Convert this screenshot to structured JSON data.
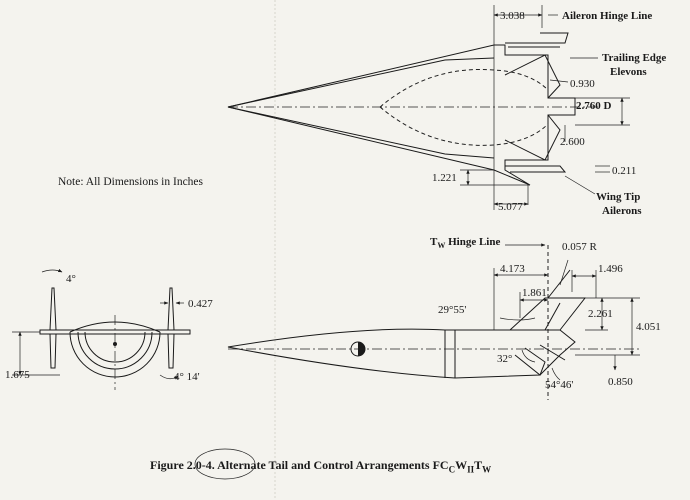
{
  "note": "Note:  All Dimensions in Inches",
  "caption": {
    "prefix": "Figure",
    "number": "2.0-4.",
    "text": "Alternate Tail and Control Arrangements FC",
    "sub1": "C",
    "w1": "W",
    "sub2": "II",
    "t": "T",
    "sub3": "W"
  },
  "plan_view": {
    "aileron_hinge_line": "Aileron Hinge Line",
    "dim_3038": "3.038",
    "trailing_edge_1": "Trailing Edge",
    "trailing_edge_2": "Elevons",
    "dim_0930": "0.930",
    "dim_2760": "2.760 D",
    "dim_2600": "2.600",
    "dim_0211": "0.211",
    "dim_1221": "1.221",
    "wing_tip_1": "Wing Tip",
    "wing_tip_2": "Ailerons",
    "dim_5077": "5.077"
  },
  "front_view": {
    "dim_4deg": "4°",
    "dim_0427": "0.427",
    "dim_1675": "1.675",
    "dim_4deg14": "4° 14'"
  },
  "side_view": {
    "tw_hinge_T": "T",
    "tw_hinge_W": "W",
    "tw_hinge_rest": " Hinge Line",
    "dim_0057R": "0.057 R",
    "dim_4173": "4.173",
    "dim_1496": "1.496",
    "dim_1861": "1.861",
    "dim_2955": "29°55'",
    "dim_2261": "2.261",
    "dim_4051": "4.051",
    "dim_32": "32°",
    "dim_5446": "54°46'",
    "dim_0850": "0.850"
  }
}
